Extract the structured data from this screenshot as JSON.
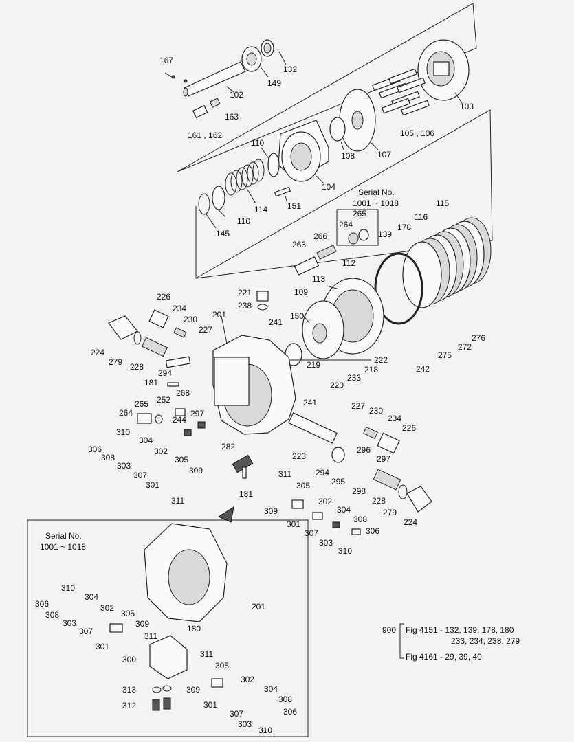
{
  "serial_note_top": {
    "line1": "Serial No.",
    "line2": "1001 ~ 1018"
  },
  "serial_note_inset": {
    "line1": "Serial No.",
    "line2": "1001 ~ 1018"
  },
  "references": {
    "ref900_code": "900",
    "ref900_line1": "Fig 4151 - 132, 139, 178, 180",
    "ref900_line2": "233, 234, 238, 279",
    "ref900_line3": "Fig 4161 - 29, 39, 40"
  },
  "labels": {
    "l167": "167",
    "l132": "132",
    "l102": "102",
    "l149": "149",
    "l163": "163",
    "l161_162": "161 , 162",
    "l103": "103",
    "l107": "107",
    "l108": "108",
    "l105_106": "105 , 106",
    "l110a": "110",
    "l104": "104",
    "l151": "151",
    "l114": "114",
    "l110b": "110",
    "l145": "145",
    "l265a": "265",
    "l264a": "264",
    "l115": "115",
    "l116": "116",
    "l178": "178",
    "l139": "139",
    "l266": "266",
    "l263": "263",
    "l112": "112",
    "l113": "113",
    "l109": "109",
    "l221": "221",
    "l238": "238",
    "l226a": "226",
    "l234a": "234",
    "l230a": "230",
    "l201a": "201",
    "l241a": "241",
    "l150": "150",
    "l276": "276",
    "l272": "272",
    "l275": "275",
    "l222": "222",
    "l218": "218",
    "l219": "219",
    "l233": "233",
    "l242": "242",
    "l220": "220",
    "l227a": "227",
    "l224a": "224",
    "l279a": "279",
    "l228a": "228",
    "l294a": "294",
    "l181a": "181",
    "l268": "268",
    "l252": "252",
    "l265b": "265",
    "l264b": "264",
    "l244": "244",
    "l297a": "297",
    "l241b": "241",
    "l227b": "227",
    "l230b": "230",
    "l234b": "234",
    "l226b": "226",
    "l310a": "310",
    "l304a": "304",
    "l306a": "306",
    "l308a": "308",
    "l302a": "302",
    "l303a": "303",
    "l307a": "307",
    "l305a": "305",
    "l301a": "301",
    "l309a": "309",
    "l311a": "311",
    "l282": "282",
    "l223": "223",
    "l297b": "297",
    "l296": "296",
    "l294b": "294",
    "l295": "295",
    "l181b": "181",
    "l298": "298",
    "l228b": "228",
    "l279b": "279",
    "l224b": "224",
    "l311b": "311",
    "l305b": "305",
    "l309b": "309",
    "l302b": "302",
    "l301b": "301",
    "l304b": "304",
    "l307b": "307",
    "l308b": "308",
    "l306b": "306",
    "l303b": "303",
    "l310b": "310",
    "l201b": "201",
    "l310c": "310",
    "l306c": "306",
    "l304c": "304",
    "l308c": "308",
    "l302c": "302",
    "l303c": "303",
    "l305c": "305",
    "l307c": "307",
    "l309c": "309",
    "l301c": "301",
    "l311c": "311",
    "l180": "180",
    "l300": "300",
    "l311d": "311",
    "l305d": "305",
    "l313": "313",
    "l302d": "302",
    "l309d": "309",
    "l304d": "304",
    "l312": "312",
    "l301d": "301",
    "l308d": "308",
    "l307d": "307",
    "l306d": "306",
    "l303d": "303",
    "l310d": "310"
  }
}
